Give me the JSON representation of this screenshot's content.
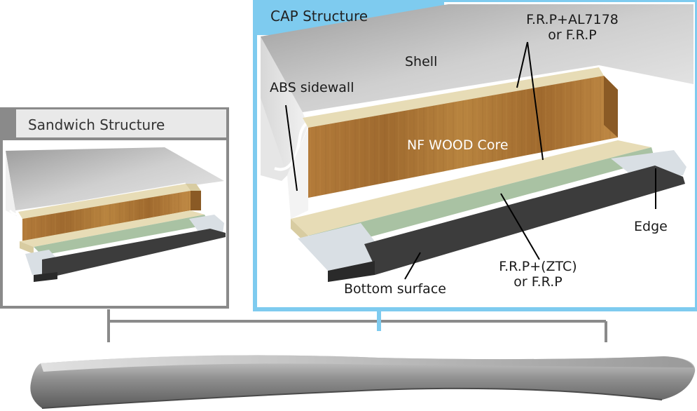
{
  "colors": {
    "cap_accent": "#7ecbef",
    "sandwich_accent": "#8a8a8a",
    "shell": "#b8b8b8",
    "wood": "#b07a3a",
    "frp_light": "#e7dcb6",
    "frp_green": "#a9c2a3",
    "base": "#3c3c3c",
    "edge": "#d9dfe4"
  },
  "sandwich": {
    "title": "Sandwich Structure"
  },
  "cap": {
    "title": "CAP Structure",
    "labels": {
      "frp_top_line1": "F.R.P+AL7178",
      "frp_top_line2": "or F.R.P",
      "shell": "Shell",
      "abs_sidewall": "ABS sidewall",
      "core": "NF WOOD Core",
      "edge": "Edge",
      "frp_bottom_line1": "F.R.P+(ZTC)",
      "frp_bottom_line2": "or F.R.P",
      "bottom_surface": "Bottom surface"
    }
  },
  "icons": {
    "sandwich_cross_section": "sandwich-cross-section-icon",
    "cap_cross_section": "cap-cross-section-icon",
    "ski_profile": "ski-profile-icon"
  }
}
